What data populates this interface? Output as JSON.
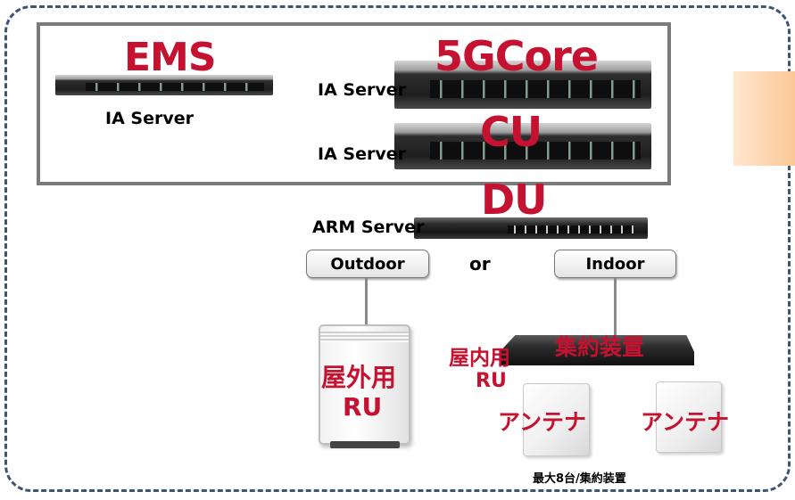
{
  "colors": {
    "accent": "#c41230",
    "frame": "#3d5577"
  },
  "ems": {
    "label": "EMS",
    "server": "IA Server"
  },
  "core": {
    "label": "5GCore",
    "server": "IA Server"
  },
  "cu": {
    "label": "CU",
    "server": "IA Server"
  },
  "du": {
    "label": "DU",
    "server": "ARM Server"
  },
  "options": {
    "outdoor": "Outdoor",
    "or": "or",
    "indoor": "Indoor"
  },
  "outdoor_ru": {
    "line1": "屋外用",
    "line2": "RU"
  },
  "indoor": {
    "ru_line1": "屋内用",
    "ru_line2": "RU",
    "aggregator": "集約装置",
    "antenna1": "アンテナ",
    "antenna2": "アンテナ",
    "note": "最大8台/集約装置"
  }
}
